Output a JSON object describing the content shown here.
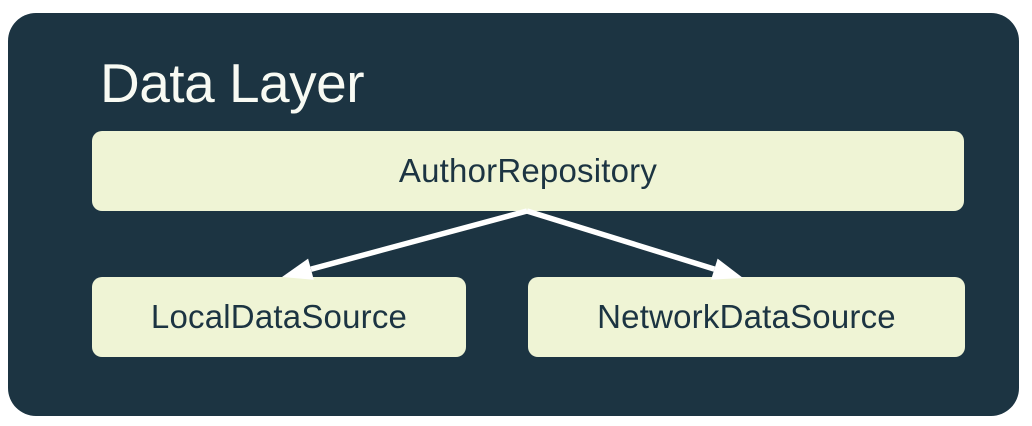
{
  "diagram": {
    "title": "Data Layer",
    "nodes": [
      {
        "id": "repository",
        "label": "AuthorRepository"
      },
      {
        "id": "local-data-source",
        "label": "LocalDataSource"
      },
      {
        "id": "network-data-source",
        "label": "NetworkDataSource"
      }
    ],
    "edges": [
      {
        "from": "AuthorRepository",
        "to": "LocalDataSource",
        "style": "arrow"
      },
      {
        "from": "AuthorRepository",
        "to": "NetworkDataSource",
        "style": "arrow"
      }
    ]
  },
  "colors": {
    "card_background": "#1c3442",
    "node_background": "#eff4d5",
    "node_text": "#1c3442",
    "title_text": "#f8faf3",
    "arrow": "#ffffff",
    "page_background": "#ffffff"
  }
}
